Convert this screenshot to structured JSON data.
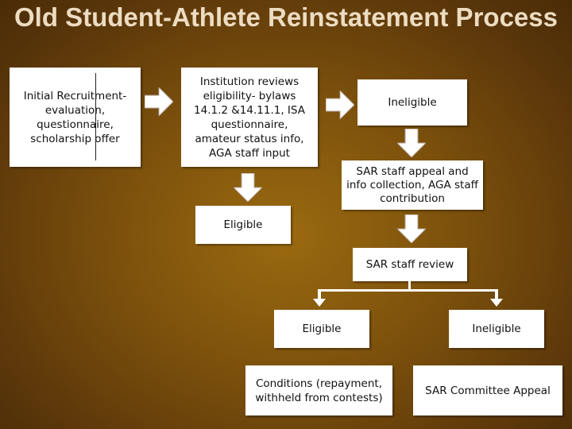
{
  "slide": {
    "title": "Old Student-Athlete Reinstatement Process"
  },
  "boxes": {
    "initial_recruitment": "Initial Recruitment- evaluation, questionnaire, scholarship offer",
    "institution_reviews": "Institution reviews eligibility- bylaws 14.1.2 &14.11.1, ISA questionnaire, amateur status info, AGA staff input",
    "ineligible_top": "Ineligible",
    "sar_appeal": "SAR staff appeal and info collection, AGA staff contribution",
    "eligible_left": "Eligible",
    "sar_review": "SAR staff review",
    "eligible_mid": "Eligible",
    "ineligible_mid": "Ineligible",
    "conditions": "Conditions (repayment, withheld from contests)",
    "sar_committee": "SAR Committee Appeal"
  },
  "colors": {
    "background": "#7a4f0c",
    "title": "#ecdcc2",
    "box": "#ffffff",
    "arrow": "#ffffff"
  }
}
